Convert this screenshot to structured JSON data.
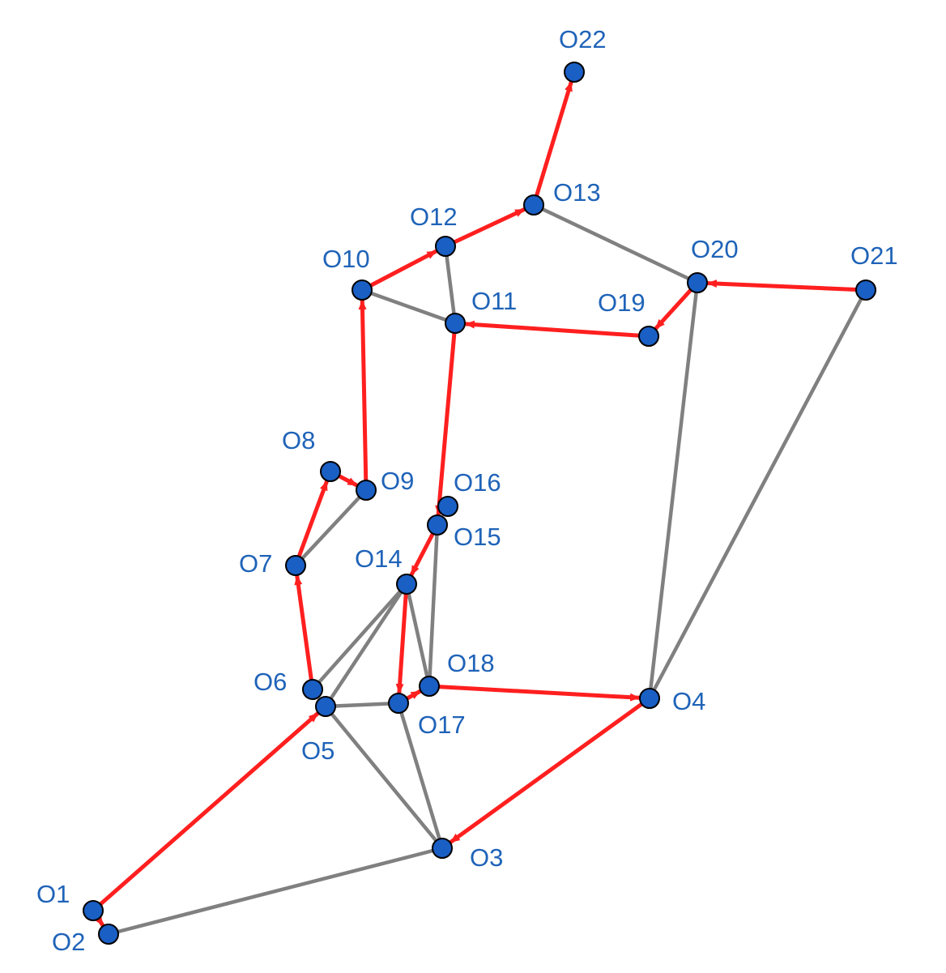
{
  "colors": {
    "node_fill": "#1a5fc4",
    "node_label": "#1f63b8",
    "path_edge": "#ff1f1f",
    "plain_edge": "#808080"
  },
  "nodes": [
    {
      "id": "O1",
      "label": "O1"
    },
    {
      "id": "O2",
      "label": "O2"
    },
    {
      "id": "O3",
      "label": "O3"
    },
    {
      "id": "O4",
      "label": "O4"
    },
    {
      "id": "O5",
      "label": "O5"
    },
    {
      "id": "O6",
      "label": "O6"
    },
    {
      "id": "O7",
      "label": "O7"
    },
    {
      "id": "O8",
      "label": "O8"
    },
    {
      "id": "O9",
      "label": "O9"
    },
    {
      "id": "O10",
      "label": "O10"
    },
    {
      "id": "O11",
      "label": "O11"
    },
    {
      "id": "O12",
      "label": "O12"
    },
    {
      "id": "O13",
      "label": "O13"
    },
    {
      "id": "O14",
      "label": "O14"
    },
    {
      "id": "O15",
      "label": "O15"
    },
    {
      "id": "O16",
      "label": "O16"
    },
    {
      "id": "O17",
      "label": "O17"
    },
    {
      "id": "O18",
      "label": "O18"
    },
    {
      "id": "O19",
      "label": "O19"
    },
    {
      "id": "O20",
      "label": "O20"
    },
    {
      "id": "O21",
      "label": "O21"
    },
    {
      "id": "O22",
      "label": "O22"
    }
  ],
  "edges_plain": [
    {
      "from": "O13",
      "to": "O20"
    },
    {
      "from": "O10",
      "to": "O11"
    },
    {
      "from": "O12",
      "to": "O11"
    },
    {
      "from": "O20",
      "to": "O4"
    },
    {
      "from": "O21",
      "to": "O4"
    },
    {
      "from": "O7",
      "to": "O9"
    },
    {
      "from": "O15",
      "to": "O18"
    },
    {
      "from": "O14",
      "to": "O6"
    },
    {
      "from": "O14",
      "to": "O5"
    },
    {
      "from": "O14",
      "to": "O18"
    },
    {
      "from": "O5",
      "to": "O17"
    },
    {
      "from": "O5",
      "to": "O3"
    },
    {
      "from": "O17",
      "to": "O3"
    },
    {
      "from": "O3",
      "to": "O2"
    }
  ],
  "edges_path": [
    {
      "from": "O1",
      "to": "O2"
    },
    {
      "from": "O1",
      "to": "O5"
    },
    {
      "from": "O6",
      "to": "O7"
    },
    {
      "from": "O7",
      "to": "O8"
    },
    {
      "from": "O8",
      "to": "O9"
    },
    {
      "from": "O9",
      "to": "O10"
    },
    {
      "from": "O10",
      "to": "O12"
    },
    {
      "from": "O12",
      "to": "O13"
    },
    {
      "from": "O13",
      "to": "O22"
    },
    {
      "from": "O21",
      "to": "O20"
    },
    {
      "from": "O20",
      "to": "O19"
    },
    {
      "from": "O19",
      "to": "O11"
    },
    {
      "from": "O11",
      "to": "O15"
    },
    {
      "from": "O15",
      "to": "O14"
    },
    {
      "from": "O14",
      "to": "O17"
    },
    {
      "from": "O17",
      "to": "O18"
    },
    {
      "from": "O18",
      "to": "O4"
    },
    {
      "from": "O4",
      "to": "O3"
    }
  ]
}
